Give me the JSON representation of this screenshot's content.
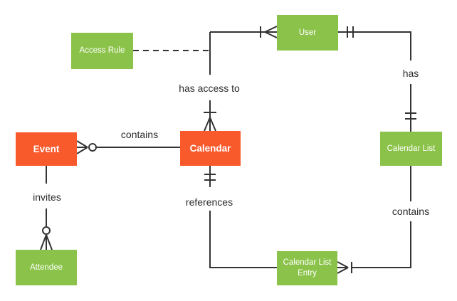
{
  "diagram_type": "entity-relationship",
  "colors": {
    "entity_primary_orange": "#f95a2c",
    "entity_secondary_green": "#8bc34a",
    "line": "#333333",
    "label_text": "#2b2b2b",
    "entity_text": "#ffffff",
    "background": "#ffffff"
  },
  "entities": {
    "access_rule": {
      "label": "Access Rule",
      "color": "green"
    },
    "user": {
      "label": "User",
      "color": "green"
    },
    "event": {
      "label": "Event",
      "color": "orange"
    },
    "calendar": {
      "label": "Calendar",
      "color": "orange"
    },
    "calendar_list": {
      "label": "Calendar List",
      "color": "green"
    },
    "attendee": {
      "label": "Attendee",
      "color": "green"
    },
    "calendar_list_entry": {
      "label": "Calendar List Entry",
      "color": "green"
    }
  },
  "relationships": {
    "event_contains_calendar": {
      "label": "contains",
      "from": "Calendar",
      "to": "Event",
      "event_side_marker": "zero-or-many (circle + crow's foot)",
      "calendar_side_marker": "none"
    },
    "calendar_has_access_to_user": {
      "label": "has access to",
      "from": "Calendar",
      "to": "User",
      "calendar_side_marker": "one-or-many (tick + crow's foot)",
      "user_side_marker": "one-or-many (tick + crow's foot)",
      "note": "Access Rule attached to this relationship with a dashed line"
    },
    "user_has_calendar_list": {
      "label": "has",
      "from": "User",
      "to": "Calendar List",
      "user_side_marker": "exactly-one (double tick)",
      "calendar_list_side_marker": "exactly-one (double tick)"
    },
    "calendar_list_contains_entry": {
      "label": "contains",
      "from": "Calendar List",
      "to": "Calendar List Entry",
      "entry_side_marker": "one-or-many (crow's foot + tick)",
      "list_side_marker": "none"
    },
    "entry_references_calendar": {
      "label": "references",
      "from": "Calendar List Entry",
      "to": "Calendar",
      "calendar_side_marker": "exactly-one (double tick)",
      "entry_side_marker": "none"
    },
    "event_invites_attendee": {
      "label": "invites",
      "from": "Event",
      "to": "Attendee",
      "attendee_side_marker": "zero-or-many (circle + crow's foot)",
      "event_side_marker": "none"
    }
  }
}
